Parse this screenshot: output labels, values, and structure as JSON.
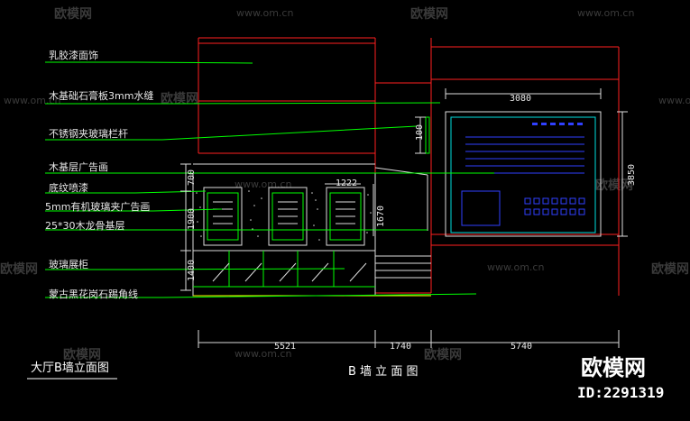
{
  "watermarks": {
    "brand": "欧模网",
    "site": "www.om.cn"
  },
  "labels": [
    "乳胶漆面饰",
    "木基础石膏板3mm水缝",
    "不锈钢夹玻璃栏杆",
    "木基层广告画",
    "底纹喷漆",
    "5mm有机玻璃夹广告画",
    "25*30木龙骨基层",
    "玻璃展柜",
    "蒙古黑花岗石踢角线"
  ],
  "dimensions": {
    "bottom": [
      "5521",
      "1740",
      "5740"
    ],
    "panel_width": "3080",
    "panel_height": "3850",
    "glass_top_height": "100",
    "left_stack": [
      "700",
      "1900",
      "1400"
    ],
    "cabinet_width": "1222",
    "cabinet_height": "1670"
  },
  "titles": {
    "main": "大厅B墙立面图",
    "sub": "B 墙 立 面 图"
  },
  "brand": {
    "logo": "欧模网",
    "id": "ID:2291319"
  },
  "colors": {
    "background": "#000000",
    "wall_outline": "#ff2020",
    "leader_green": "#00ff00",
    "text_white": "#e8e8e8",
    "display_blue": "#3040ff",
    "frame_cyan": "#00e0e0",
    "floor_yellow": "#ffff00"
  }
}
